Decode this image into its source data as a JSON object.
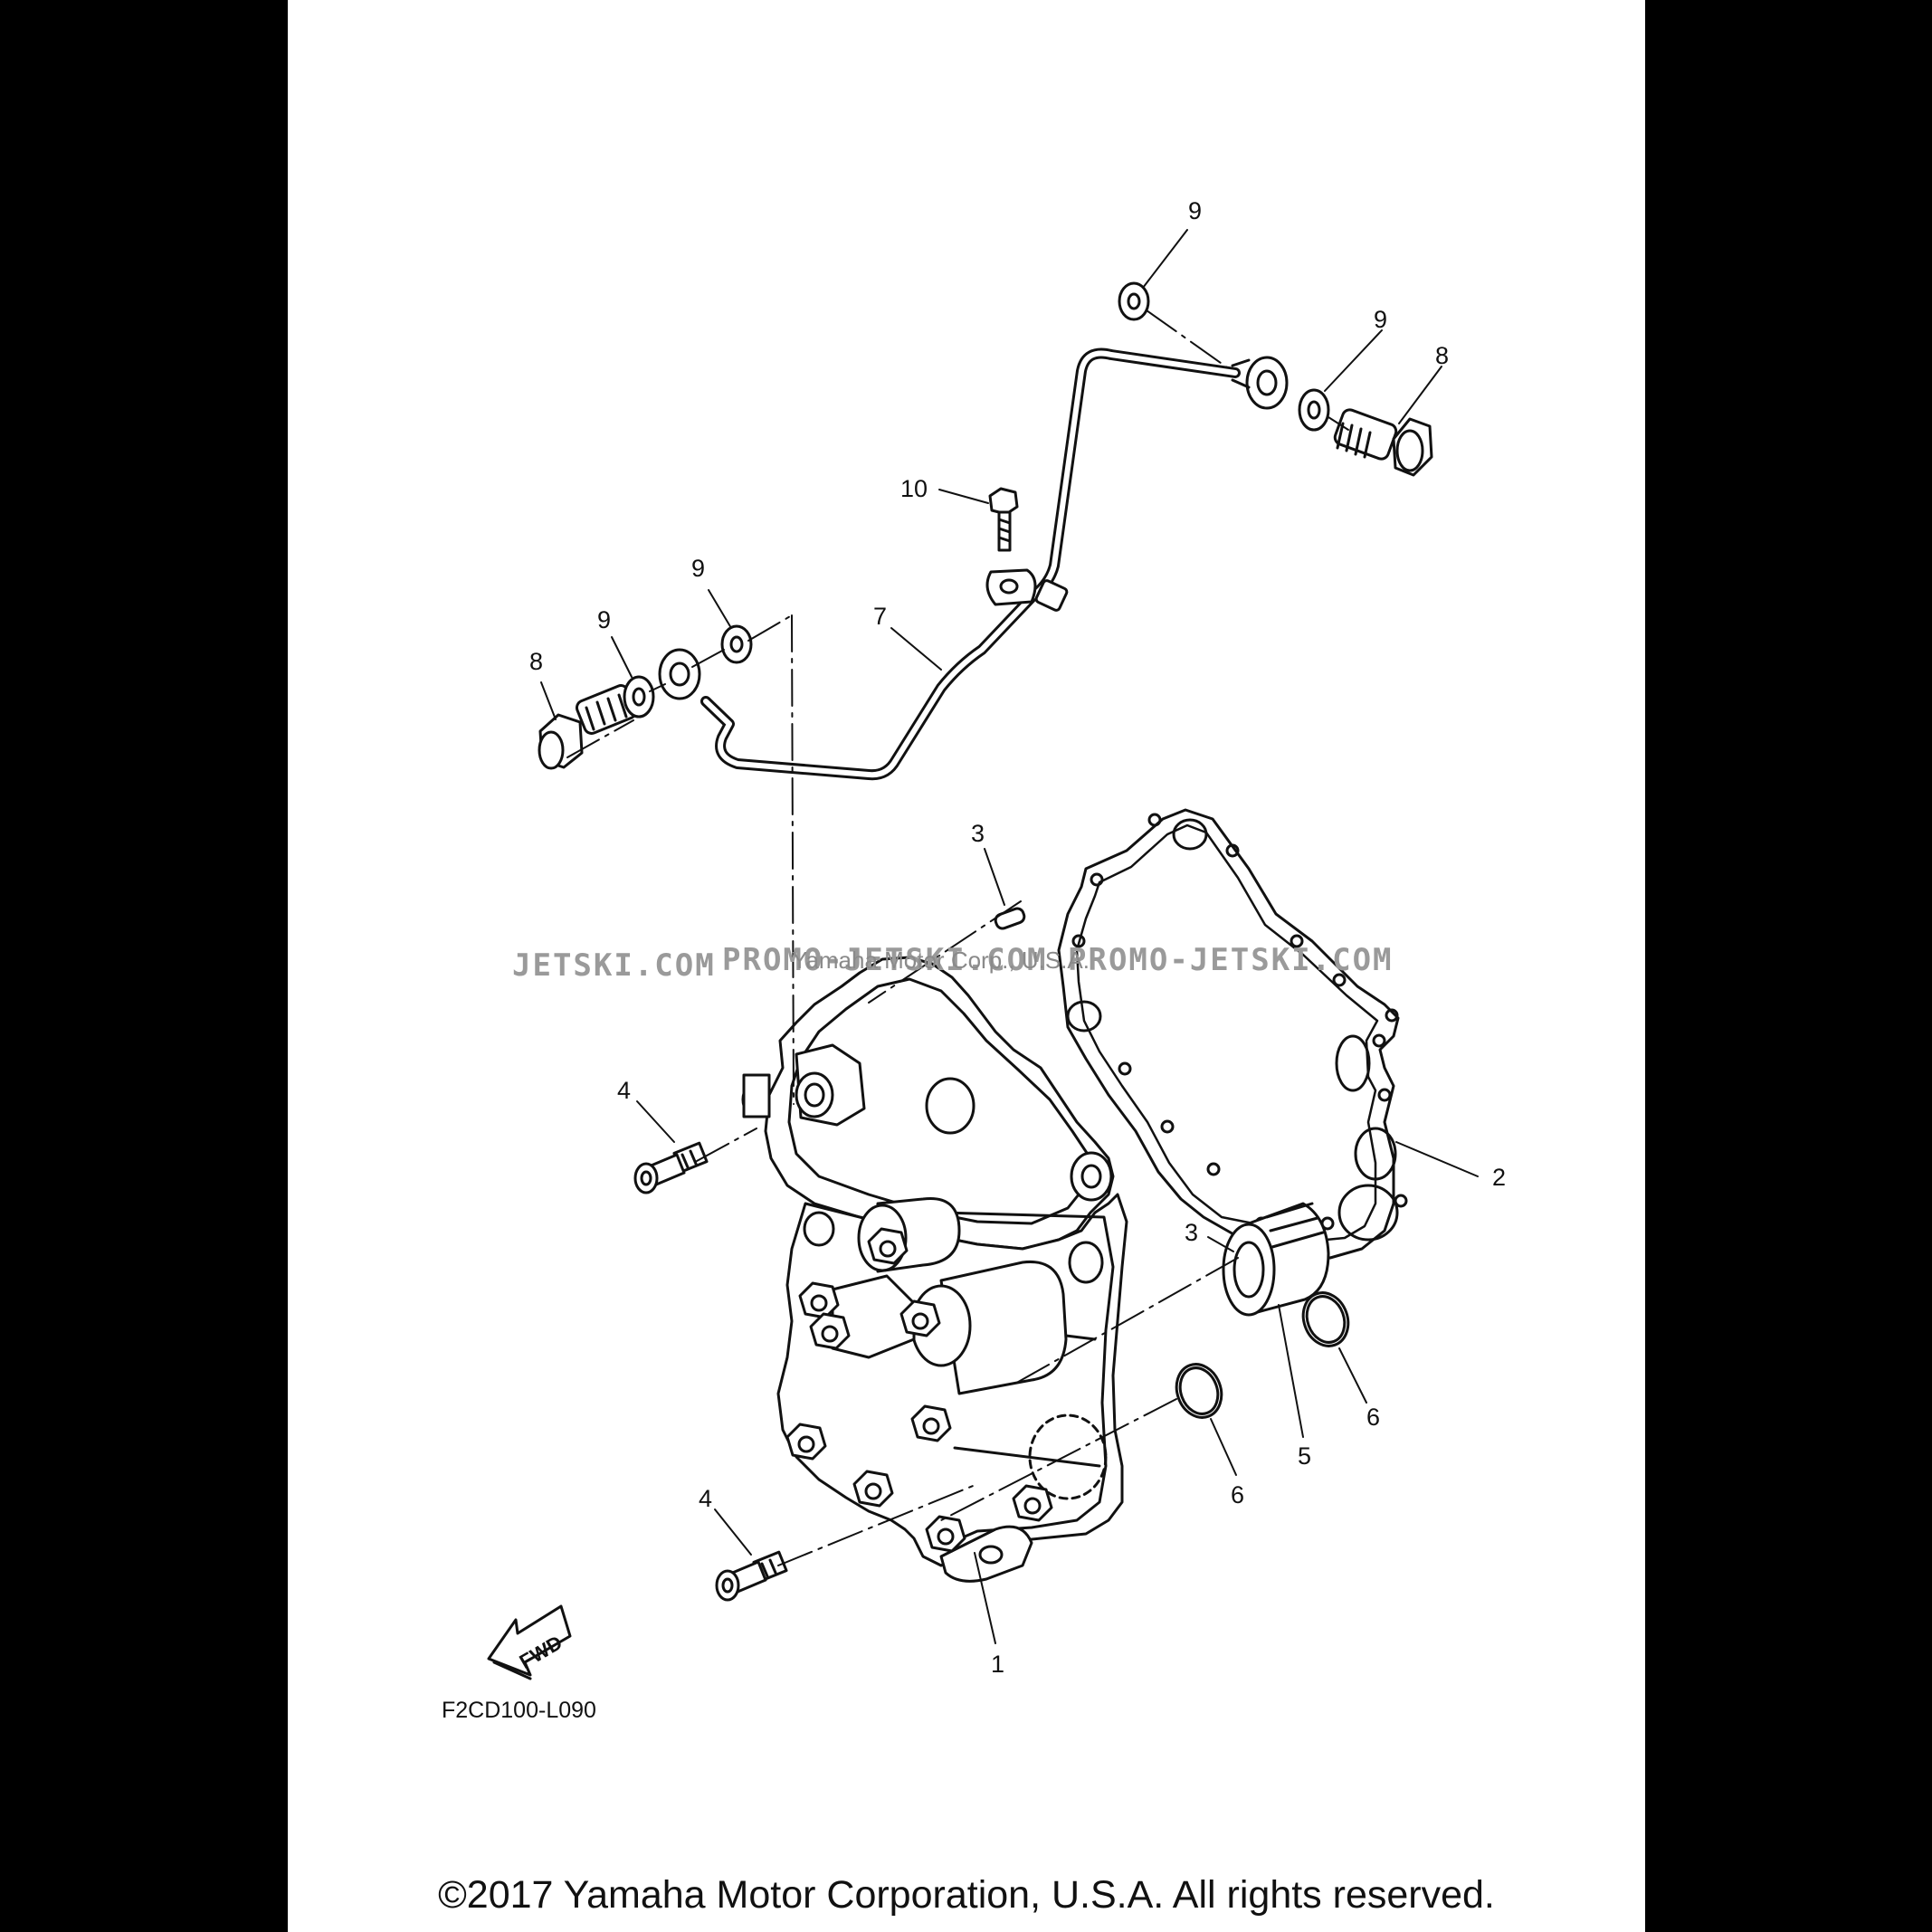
{
  "diagram_code": "F2CD100-L090",
  "copyright": "©2017 Yamaha Motor Corporation, U.S.A. All rights reserved.",
  "fwd_label": "FWD",
  "watermarks": [
    "JETSKI.COM",
    "PROMO-JETSKI.COM",
    "PROMO-JETSKI.COM"
  ],
  "watermark_small": "Yamaha Motor Corp., U.S.A.",
  "callouts": [
    {
      "id": "9a",
      "label": "9"
    },
    {
      "id": "9b",
      "label": "9"
    },
    {
      "id": "8a",
      "label": "8"
    },
    {
      "id": "10",
      "label": "10"
    },
    {
      "id": "9c",
      "label": "9"
    },
    {
      "id": "9d",
      "label": "9"
    },
    {
      "id": "8b",
      "label": "8"
    },
    {
      "id": "7",
      "label": "7"
    },
    {
      "id": "3a",
      "label": "3"
    },
    {
      "id": "4a",
      "label": "4"
    },
    {
      "id": "2",
      "label": "2"
    },
    {
      "id": "3b",
      "label": "3"
    },
    {
      "id": "6a",
      "label": "6"
    },
    {
      "id": "5",
      "label": "5"
    },
    {
      "id": "6b",
      "label": "6"
    },
    {
      "id": "4b",
      "label": "4"
    },
    {
      "id": "1",
      "label": "1"
    }
  ],
  "colors": {
    "background": "#000000",
    "sheet": "#ffffff",
    "line": "#111111",
    "watermark": "#9a9a9a"
  }
}
